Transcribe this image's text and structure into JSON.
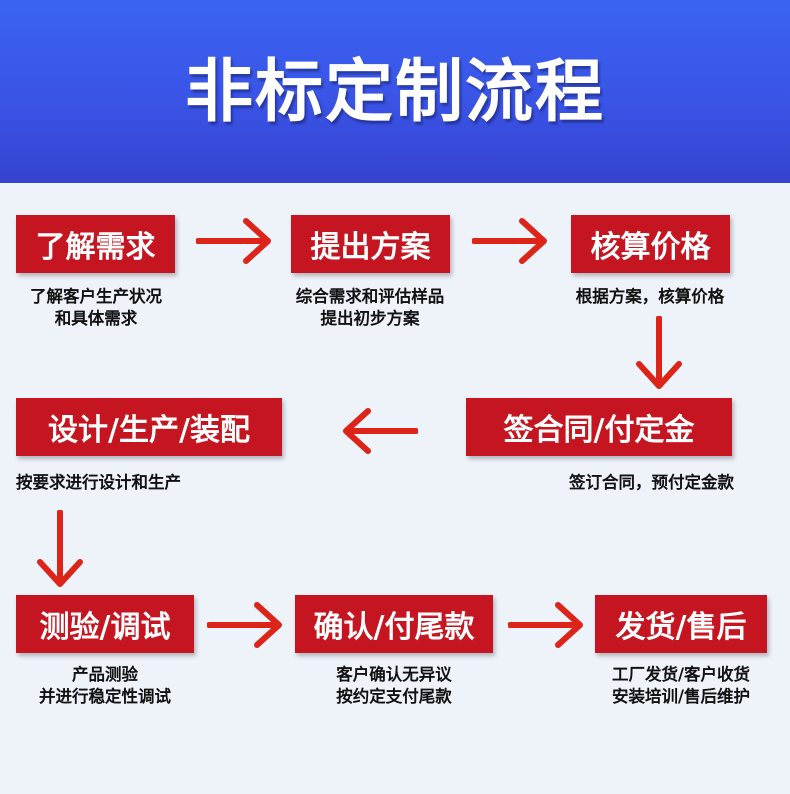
{
  "header": {
    "title": "非标定制流程"
  },
  "steps": [
    {
      "label": "了解需求",
      "desc": [
        "了解客户生产状况",
        "和具体需求"
      ]
    },
    {
      "label": "提出方案",
      "desc": [
        "综合需求和评估样品",
        "提出初步方案"
      ]
    },
    {
      "label": "核算价格",
      "desc": [
        "根据方案，核算价格"
      ]
    },
    {
      "label": "签合同/付定金",
      "desc": [
        "签订合同，预付定金款"
      ]
    },
    {
      "label": "设计/生产/装配",
      "desc": [
        "按要求进行设计和生产"
      ]
    },
    {
      "label": "测验/调试",
      "desc": [
        "产品测验",
        "并进行稳定性调试"
      ]
    },
    {
      "label": "确认/付尾款",
      "desc": [
        "客户确认无异议",
        "按约定支付尾款"
      ]
    },
    {
      "label": "发货/售后",
      "desc": [
        "工厂发货/客户收货",
        "安装培训/售后维护"
      ]
    }
  ],
  "colors": {
    "header": "#3a54e6",
    "step_box": "#c51520",
    "arrow": "#dc2418",
    "background": "#eef2f9"
  }
}
